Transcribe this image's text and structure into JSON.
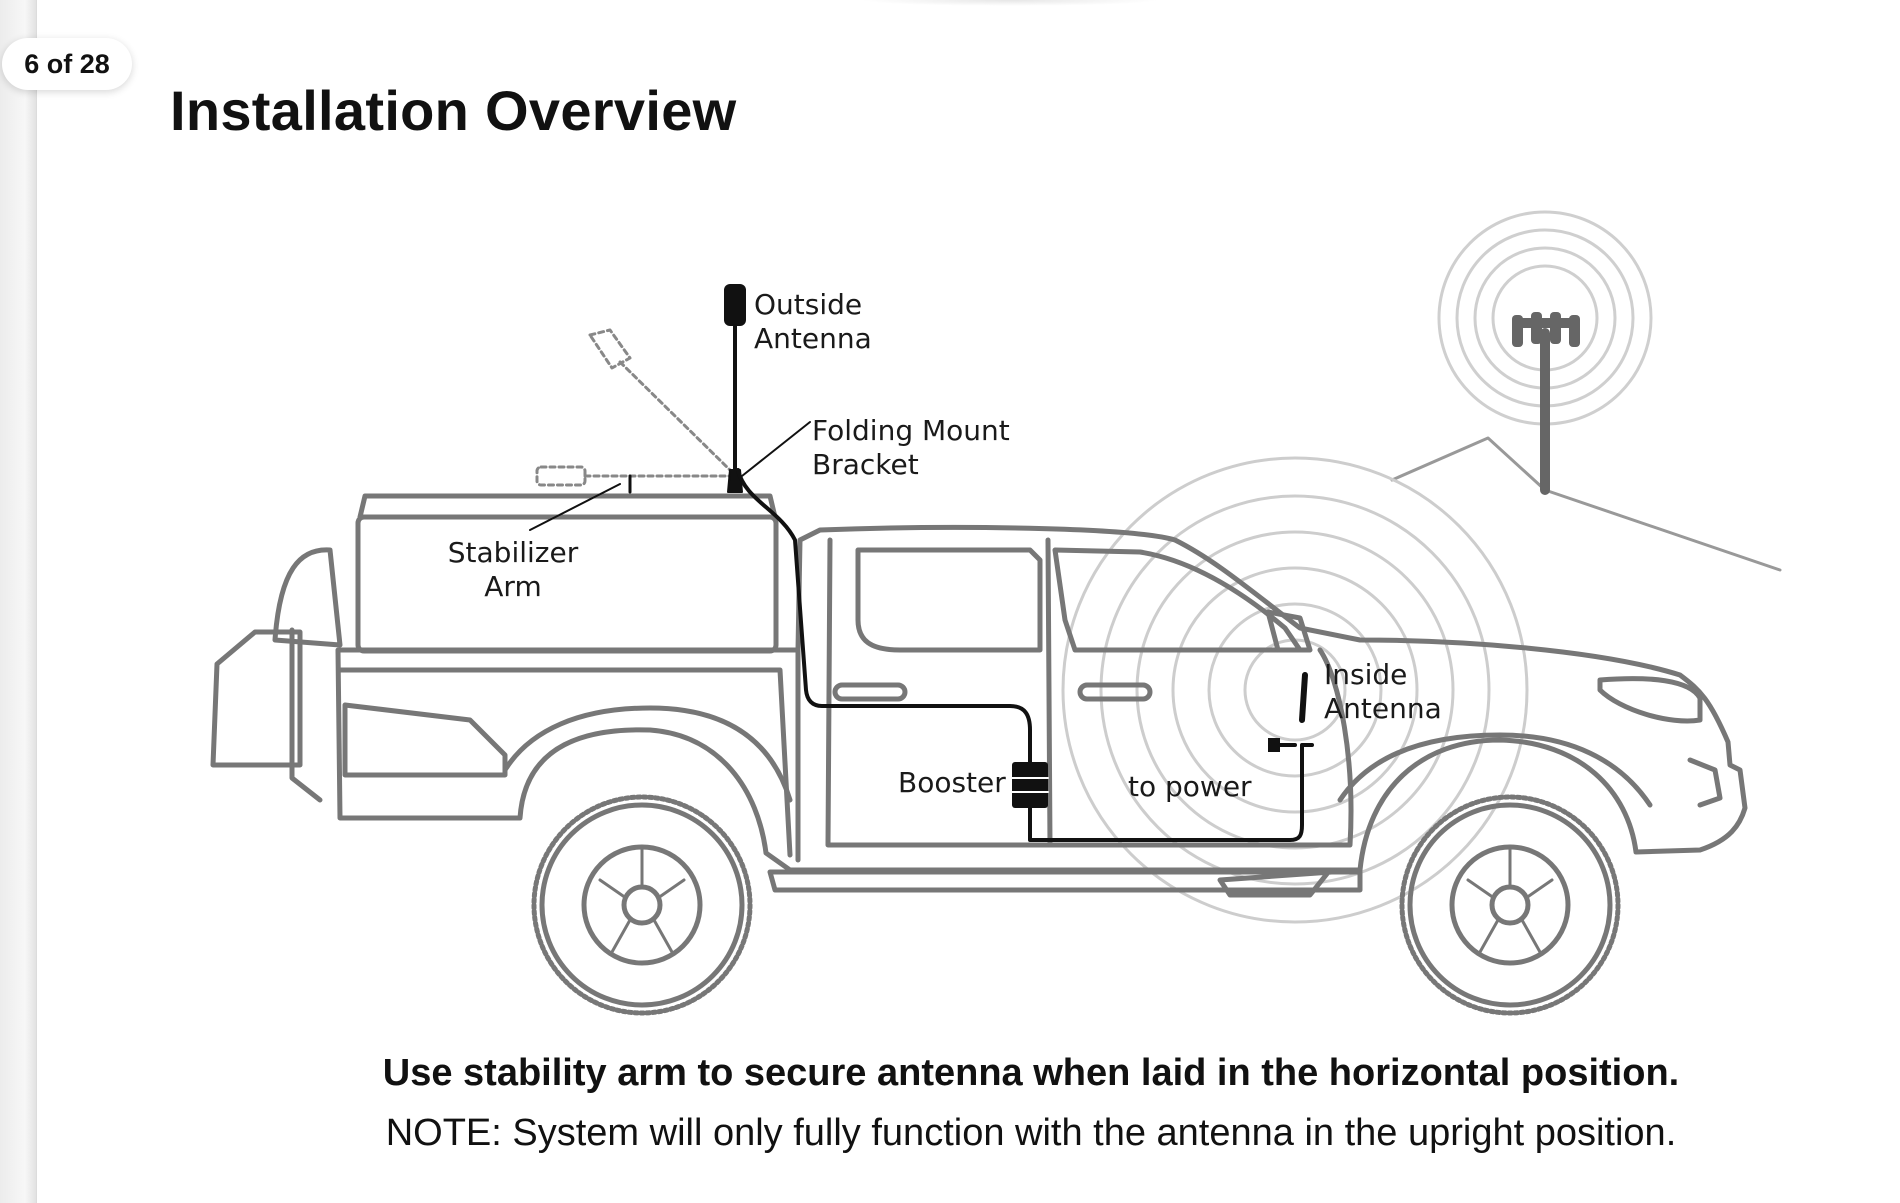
{
  "page_indicator": "6 of 28",
  "title": "Installation Overview",
  "labels": {
    "outside_antenna": [
      "Outside",
      "Antenna"
    ],
    "folding_mount_bracket": [
      "Folding Mount",
      "Bracket"
    ],
    "stabilizer_arm": [
      "Stabilizer",
      "Arm"
    ],
    "inside_antenna": [
      "Inside",
      "Antenna"
    ],
    "booster": "Booster",
    "to_power": "to power"
  },
  "instruction": "Use stability arm to secure antenna when laid in the horizontal position.",
  "note": "NOTE: System will only fully function with the antenna in the upright position.",
  "colors": {
    "outline": "#777777",
    "ink": "#111111",
    "text": "#111111"
  }
}
